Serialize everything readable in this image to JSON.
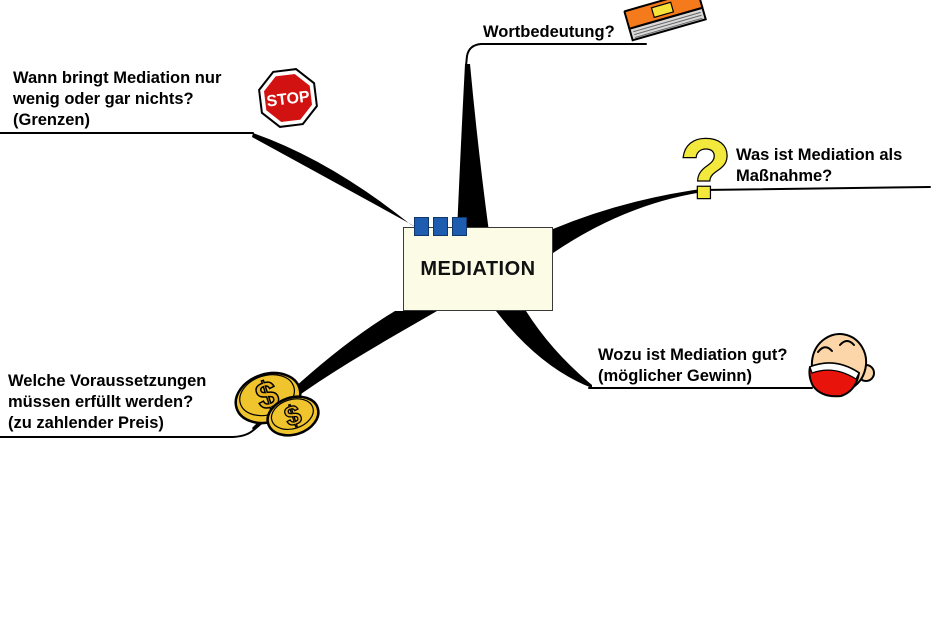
{
  "center": {
    "label": "MEDIATION"
  },
  "branches": {
    "wortbedeutung": {
      "lines": [
        "Wortbedeutung?"
      ],
      "icon": "book-icon"
    },
    "grenzen": {
      "lines": [
        "Wann bringt Mediation nur",
        "wenig oder gar nichts?",
        "(Grenzen)"
      ],
      "icon": "stop-sign-icon"
    },
    "massnahme": {
      "lines": [
        "Was ist Mediation als",
        "Maßnahme?"
      ],
      "icon": "question-mark-icon"
    },
    "gewinn": {
      "lines": [
        "Wozu ist Mediation gut?",
        "(möglicher Gewinn)"
      ],
      "icon": "laughing-face-icon"
    },
    "preis": {
      "lines": [
        "Welche Voraussetzungen",
        "müssen erfüllt werden?",
        "(zu zahlender Preis)"
      ],
      "icon": "coins-icon"
    }
  },
  "icons": {
    "stop_sign_text": "STOP",
    "question_mark": "?",
    "coin_symbol": "$"
  },
  "colors": {
    "background": "#ffffff",
    "branch": "#000000",
    "center_fill": "#fbfbe6",
    "center_border": "#3a3a3a",
    "marker_blue": "#1e5cb0",
    "stop_red": "#d21111",
    "stop_ring_white": "#ffffff",
    "question_yellow": "#f2e93c",
    "book_orange": "#f57a1b",
    "book_pages": "#d8d8d8",
    "book_label_yellow": "#f7e23a",
    "coin_gold": "#f0c42c",
    "face_skin": "#fcd6a8",
    "mouth_red": "#e8140c",
    "teeth_white": "#ffffff"
  }
}
